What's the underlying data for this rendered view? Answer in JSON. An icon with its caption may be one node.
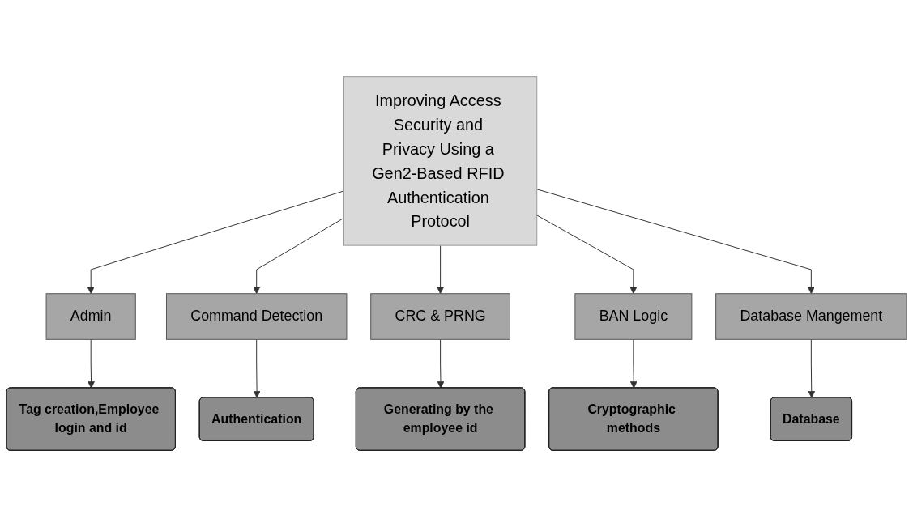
{
  "diagram": {
    "nodes": [
      {
        "text": [
          "Improving Access Security and Privacy Using a Gen2-Based RFID Authentication Protocol"
        ]
      },
      {
        "text": [
          "Admin"
        ]
      },
      {
        "text": [
          "Command Detection"
        ]
      },
      {
        "text": [
          "CRC & PRNG"
        ]
      },
      {
        "text": [
          "BAN Logic"
        ]
      },
      {
        "text": [
          "Database Mangement"
        ]
      },
      {
        "text": [
          "Tag creation,Employee login and id"
        ]
      },
      {
        "text": [
          "Authentication"
        ]
      },
      {
        "text": [
          "Generating by the employee id"
        ]
      },
      {
        "text": [
          "Cryptographic methods"
        ]
      },
      {
        "text": [
          "Database"
        ]
      }
    ],
    "edges": [
      {
        "from": 0,
        "to": 1,
        "arrow": "to"
      },
      {
        "from": 0,
        "to": 2,
        "arrow": "to"
      },
      {
        "from": 0,
        "to": 3,
        "arrow": "to"
      },
      {
        "from": 0,
        "to": 4,
        "arrow": "to"
      },
      {
        "from": 0,
        "to": 5,
        "arrow": "to"
      },
      {
        "from": 1,
        "to": 6,
        "arrow": "to"
      },
      {
        "from": 2,
        "to": 7,
        "arrow": "to"
      },
      {
        "from": 3,
        "to": 8,
        "arrow": "to"
      },
      {
        "from": 4,
        "to": 9,
        "arrow": "to"
      },
      {
        "from": 5,
        "to": 10,
        "arrow": "to"
      }
    ]
  }
}
